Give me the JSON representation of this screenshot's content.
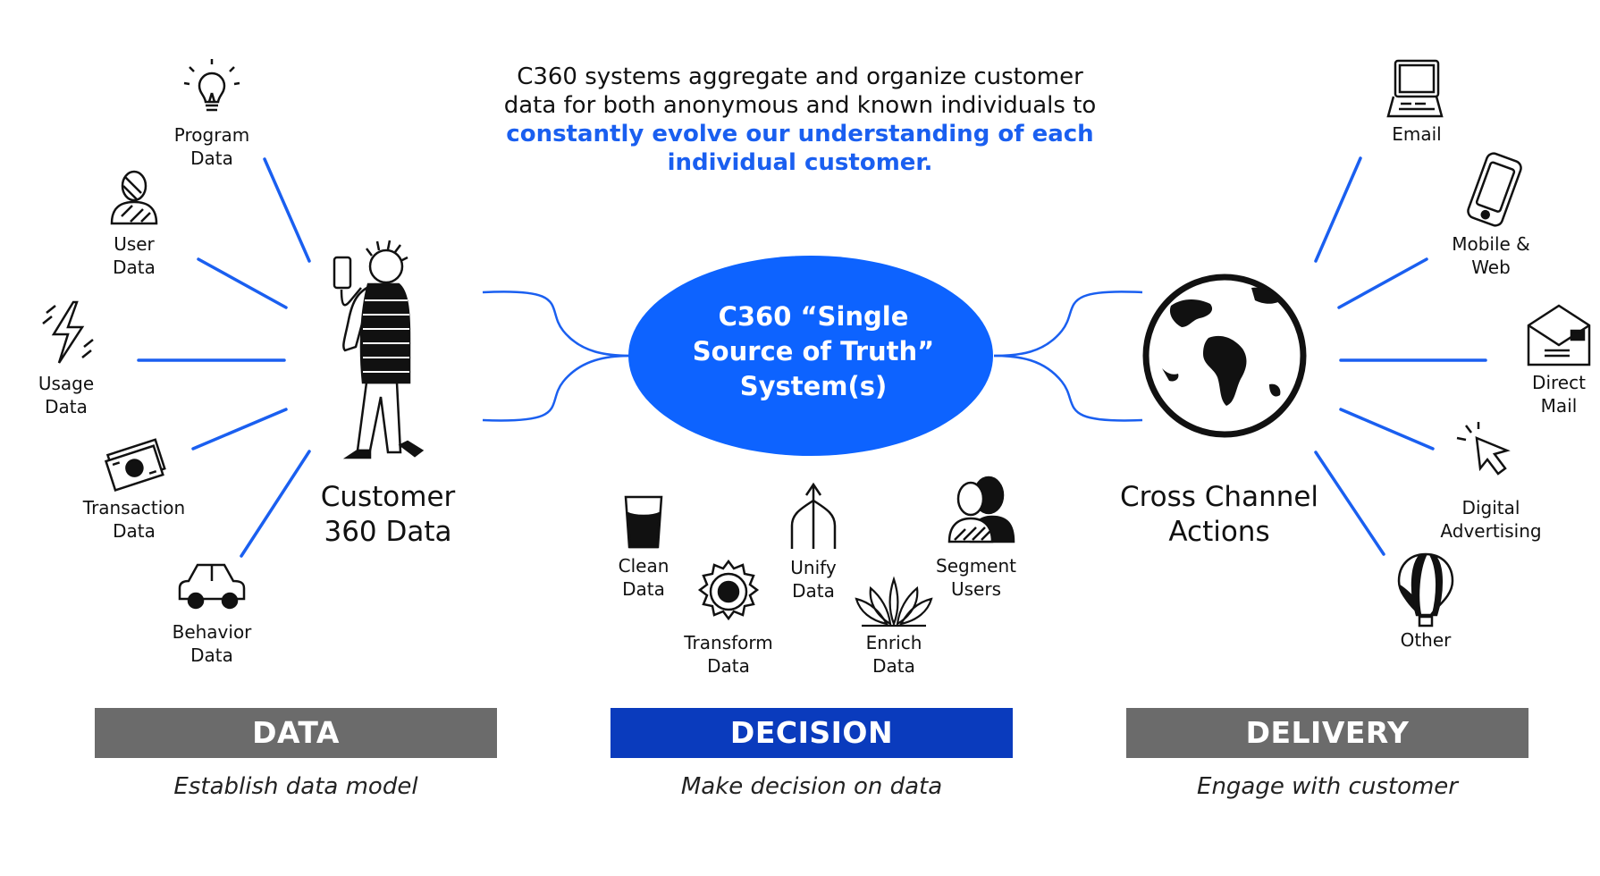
{
  "headline": {
    "plain": "C360 systems aggregate and organize customer data for both anonymous and known individuals to ",
    "highlight": "constantly evolve our understanding of each individual customer."
  },
  "hub": {
    "label": "C360 “Single\nSource of Truth”\nSystem(s)"
  },
  "data_sources": [
    {
      "label": "Program\nData",
      "icon": "lightbulb-icon"
    },
    {
      "label": "User\nData",
      "icon": "user-silhouette-icon"
    },
    {
      "label": "Usage\nData",
      "icon": "lightning-bolt-icon"
    },
    {
      "label": "Transaction\nData",
      "icon": "cash-bills-icon"
    },
    {
      "label": "Behavior\nData",
      "icon": "car-icon"
    }
  ],
  "customer_label": "Customer\n360 Data",
  "decision_steps": [
    {
      "label": "Clean\nData",
      "icon": "water-glass-icon"
    },
    {
      "label": "Transform\nData",
      "icon": "gear-icon"
    },
    {
      "label": "Unify\nData",
      "icon": "merging-arrows-icon"
    },
    {
      "label": "Enrich\nData",
      "icon": "lotus-icon"
    },
    {
      "label": "Segment\nUsers",
      "icon": "user-group-icon"
    }
  ],
  "delivery_label": "Cross Channel\nActions",
  "channels": [
    {
      "label": "Email",
      "icon": "laptop-icon"
    },
    {
      "label": "Mobile &\nWeb",
      "icon": "smartphone-icon"
    },
    {
      "label": "Direct\nMail",
      "icon": "envelope-icon"
    },
    {
      "label": "Digital\nAdvertising",
      "icon": "cursor-click-icon"
    },
    {
      "label": "Other",
      "icon": "hot-air-balloon-icon"
    }
  ],
  "bands": [
    {
      "title": "DATA",
      "caption": "Establish data model",
      "color": "#6b6b6b"
    },
    {
      "title": "DECISION",
      "caption": "Make decision on data",
      "color": "#0a3bbd"
    },
    {
      "title": "DELIVERY",
      "caption": "Engage with customer",
      "color": "#6b6b6b"
    }
  ],
  "colors": {
    "accent": "#1a5ff0",
    "hub_fill": "#0d63ff",
    "line": "#1a5ff0"
  }
}
